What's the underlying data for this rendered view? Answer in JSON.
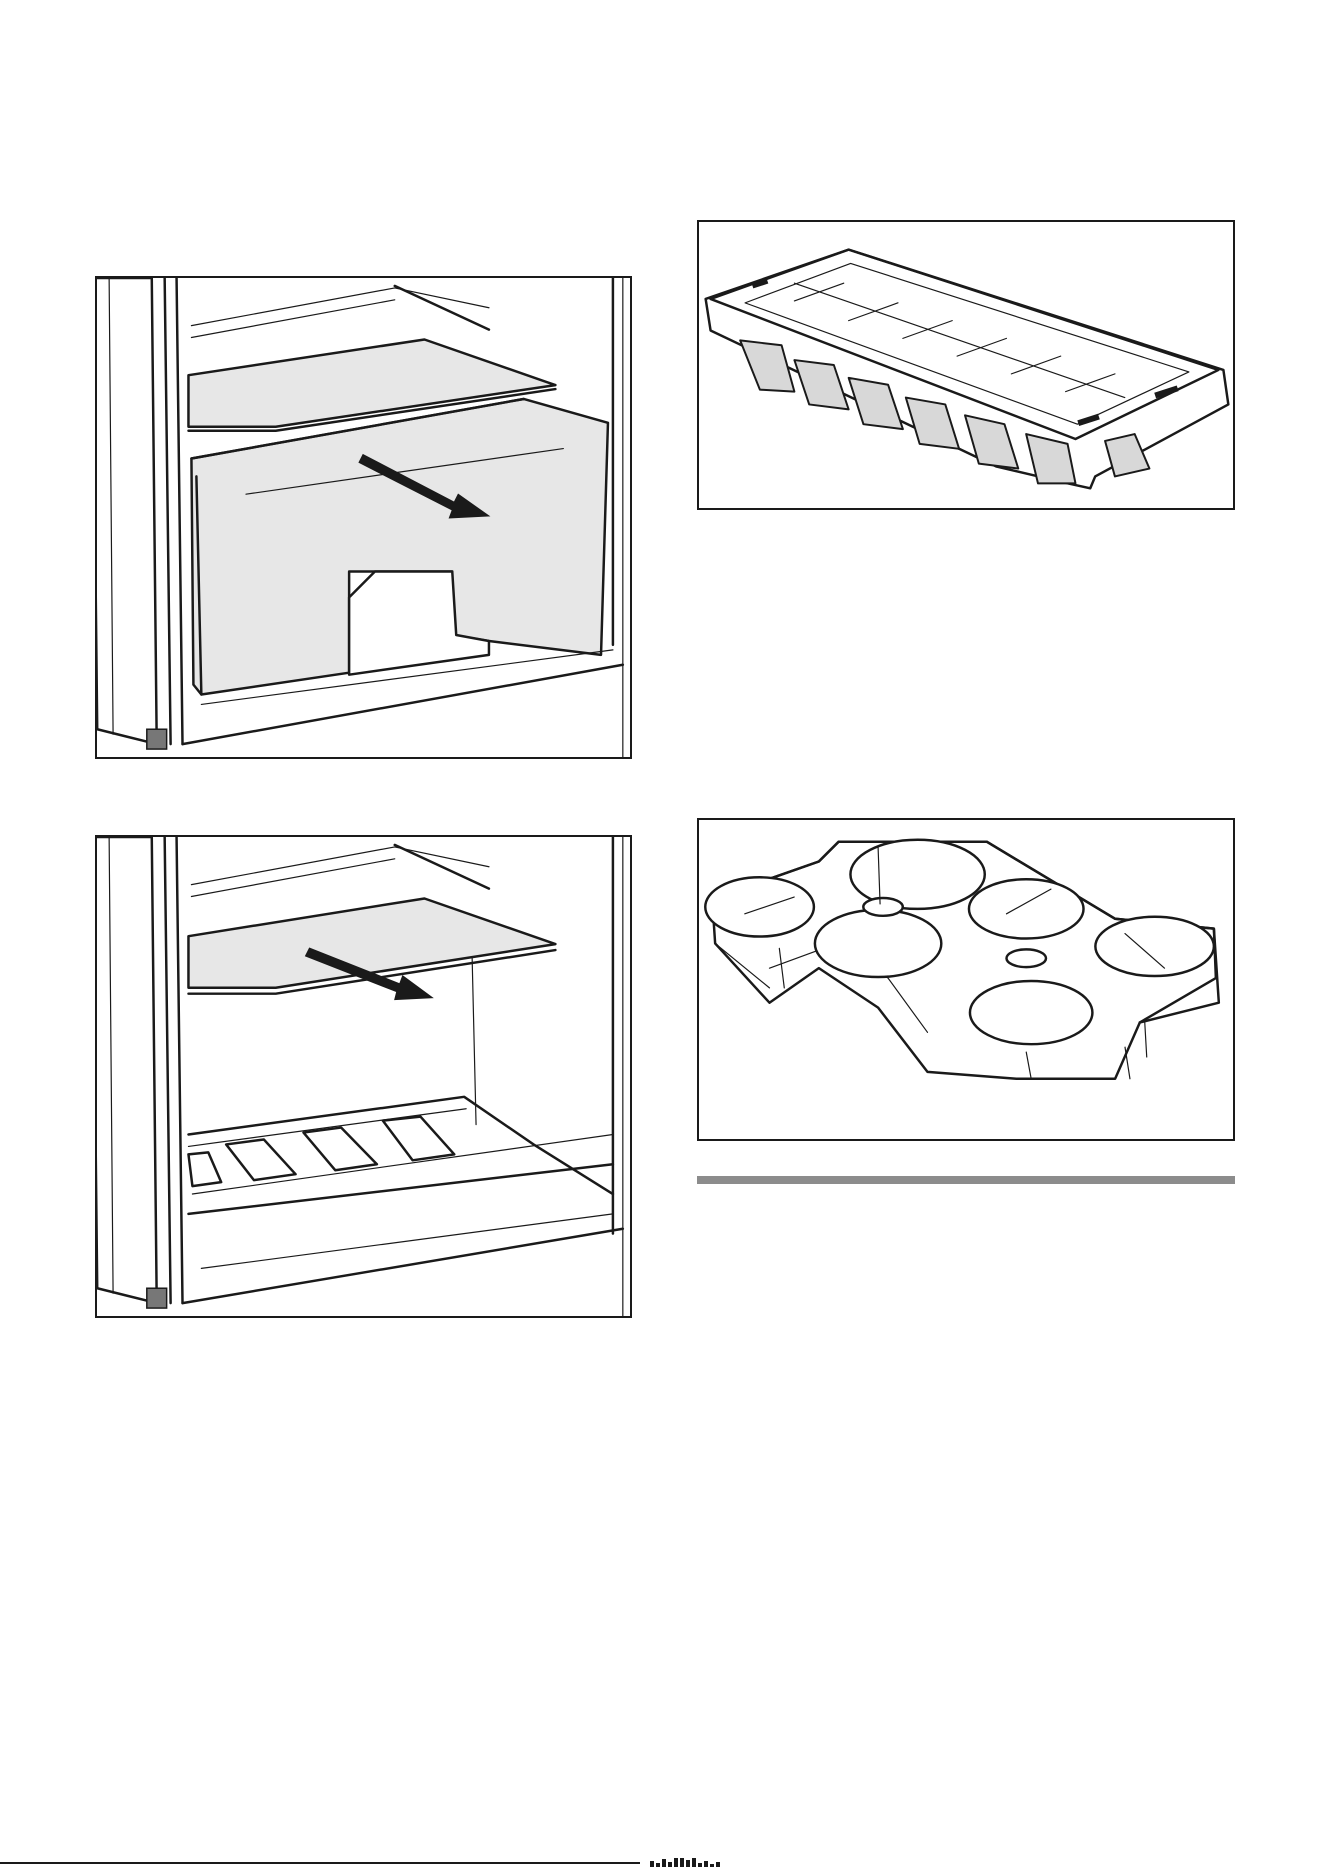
{
  "figures": [
    {
      "id": "drawer",
      "icon": "freezer-drawer-removal-illustration",
      "action": "pull-out-arrow"
    },
    {
      "id": "shelf",
      "icon": "freezer-shelf-removal-illustration",
      "action": "pull-out-arrow"
    },
    {
      "id": "icetray",
      "icon": "ice-cube-tray-illustration"
    },
    {
      "id": "eggtray",
      "icon": "egg-tray-illustration"
    }
  ],
  "colors": {
    "line": "#1a1a1a",
    "fill_light": "#e7e7e7",
    "section_rule": "#8c8c8c"
  }
}
